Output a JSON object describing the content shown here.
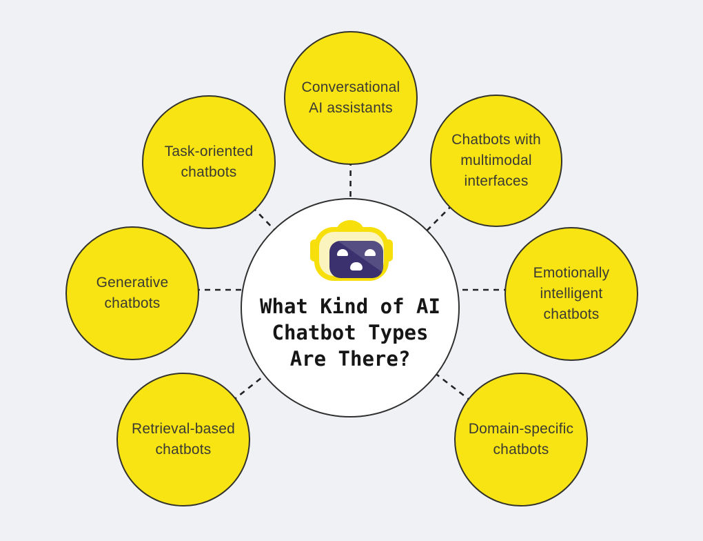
{
  "diagram": {
    "title": {
      "line1": "What Kind of AI",
      "line2": "Chatbot Types",
      "line3": "Are There?"
    },
    "nodes": [
      {
        "id": "conversational-ai-assistants",
        "label": "Conversational\nAI assistants"
      },
      {
        "id": "chatbots-with-multimodal-interfaces",
        "label": "Chatbots with\nmultimodal\ninterfaces"
      },
      {
        "id": "emotionally-intelligent-chatbots",
        "label": "Emotionally\nintelligent\nchatbots"
      },
      {
        "id": "domain-specific-chatbots",
        "label": "Domain-specific\nchatbots"
      },
      {
        "id": "retrieval-based-chatbots",
        "label": "Retrieval-based\nchatbots"
      },
      {
        "id": "generative-chatbots",
        "label": "Generative\nchatbots"
      },
      {
        "id": "task-oriented-chatbots",
        "label": "Task-oriented\nchatbots"
      }
    ],
    "colors": {
      "background": "#EFF1F4",
      "node_fill": "#F8E412",
      "node_border": "#32322C",
      "center_fill": "#FFFFFF",
      "connector": "#222222",
      "label_text": "#3A3A33",
      "title_text": "#161616",
      "robot_yellow": "#F6DF0B",
      "robot_rim": "#FBF4BE",
      "robot_screen": "#3A316E"
    }
  }
}
